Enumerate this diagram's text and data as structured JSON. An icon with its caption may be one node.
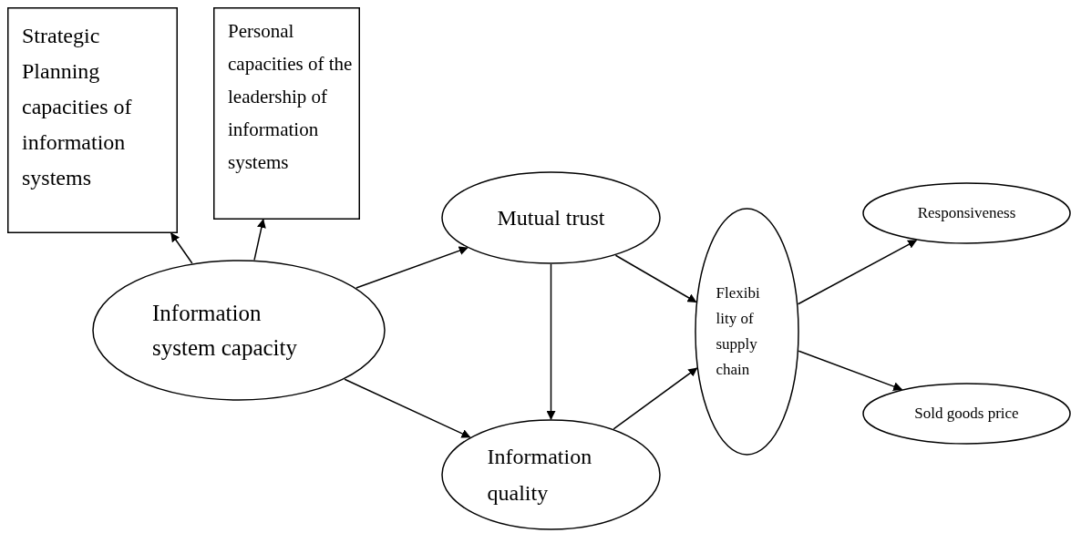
{
  "diagram": {
    "nodes": [
      {
        "text": [
          "Strategic Planning capacities of information systems"
        ]
      },
      {
        "text": [
          "Personal capacities of the leadership of information systems"
        ]
      },
      {
        "text": [
          "Information system capacity"
        ]
      },
      {
        "text": [
          "Mutual trust"
        ]
      },
      {
        "text": [
          "Information quality"
        ]
      },
      {
        "text": [
          "Flexibi lity of supply chain"
        ]
      },
      {
        "text": [
          "Responsiveness"
        ]
      },
      {
        "text": [
          "Sold goods price"
        ]
      }
    ],
    "edges": [
      {
        "from": 2,
        "to": 0,
        "arrow": "to"
      },
      {
        "from": 2,
        "to": 1,
        "arrow": "to"
      },
      {
        "from": 2,
        "to": 3,
        "arrow": "to"
      },
      {
        "from": 2,
        "to": 4,
        "arrow": "to"
      },
      {
        "from": 3,
        "to": 4,
        "arrow": "to"
      },
      {
        "from": 3,
        "to": 5,
        "arrow": "to"
      },
      {
        "from": 4,
        "to": 5,
        "arrow": "to"
      },
      {
        "from": 5,
        "to": 6,
        "arrow": "to"
      },
      {
        "from": 5,
        "to": 7,
        "arrow": "to"
      }
    ]
  }
}
